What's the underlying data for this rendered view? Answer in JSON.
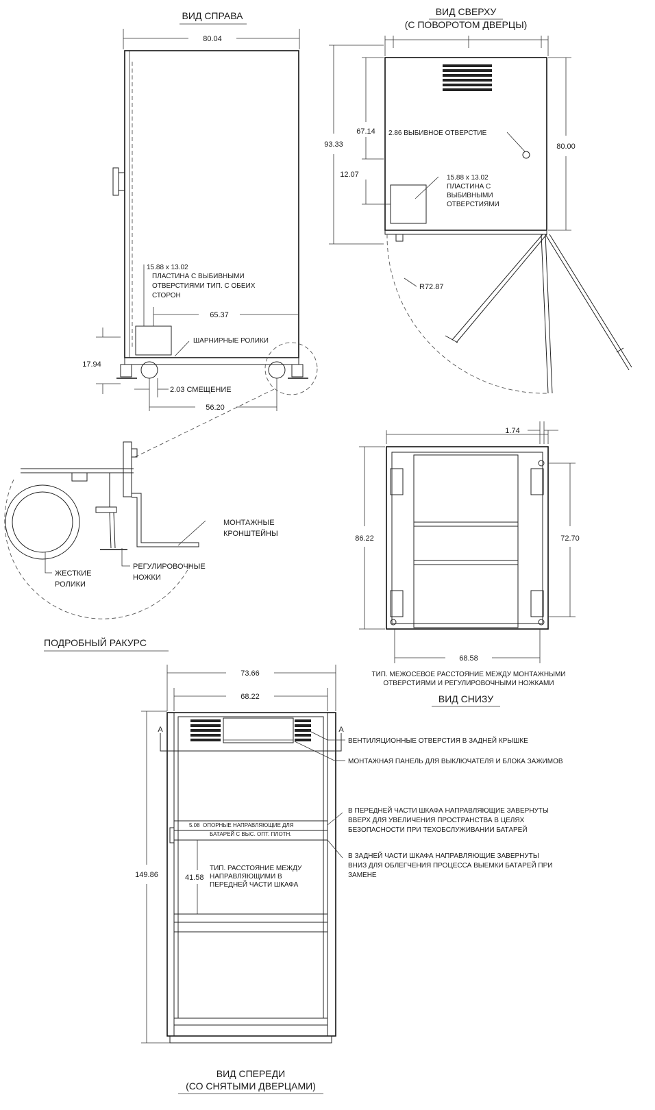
{
  "views": {
    "right": {
      "title": "ВИД СПРАВА",
      "width": "80.04",
      "plate_note": [
        "15.88 x 13.02",
        "ПЛАСТИНА С ВЫБИВНЫМИ",
        "ОТВЕРСТИЯМИ ТИП. С ОБЕИХ",
        "СТОРОН"
      ],
      "dim_65": "65.37",
      "swivel": "ШАРНИРНЫЕ РОЛИКИ",
      "height_base": "17.94",
      "offset": "2.03 СМЕЩЕНИЕ",
      "dim_56": "56.20"
    },
    "top": {
      "title_1": "ВИД СВЕРХУ",
      "title_2": "(С ПОВОРОТОМ ДВЕРЦЫ)",
      "dim_93": "93.33",
      "dim_67": "67.14",
      "knockout": "2.86 ВЫБИВНОЕ ОТВЕРСТИЕ",
      "dim_80": "80.00",
      "dim_12": "12.07",
      "plate_note": [
        "15.88 x 13.02",
        "ПЛАСТИНА С",
        "ВЫБИВНЫМИ",
        "ОТВЕРСТИЯМИ"
      ],
      "radius": "R72.87"
    },
    "detail": {
      "title": "ПОДРОБНЫЙ РАКУРС",
      "brackets": [
        "МОНТАЖНЫЕ",
        "КРОНШТЕЙНЫ"
      ],
      "casters": [
        "ЖЕСТКИЕ",
        "РОЛИКИ"
      ],
      "feet": [
        "РЕГУЛИРОВОЧНЫЕ",
        "НОЖКИ"
      ]
    },
    "bottom": {
      "title": "ВИД СНИЗУ",
      "dim_174": "1.74",
      "dim_86": "86.22",
      "dim_72": "72.70",
      "dim_68": "68.58",
      "note": [
        "ТИП. МЕЖОСЕВОЕ РАССТОЯНИЕ МЕЖДУ МОНТАЖНЫМИ",
        "ОТВЕРСТИЯМИ И РЕГУЛИРОВОЧНЫМИ НОЖКАМИ"
      ]
    },
    "front": {
      "title_1": "ВИД СПЕРЕДИ",
      "title_2": "(СО СНЯТЫМИ ДВЕРЦАМИ)",
      "dim_73": "73.66",
      "dim_68": "68.22",
      "section": "A",
      "height": "149.86",
      "rail_dim": "5.08",
      "rail_note": [
        "ОПОРНЫЕ НАПРАВЛЯЮЩИЕ ДЛЯ",
        "БАТАРЕЙ С ВЫС. ОПТ. ПЛОТН."
      ],
      "dim_41": "41.58",
      "spacing_note": [
        "ТИП. РАССТОЯНИЕ МЕЖДУ",
        "НАПРАВЛЯЮЩИМИ В",
        "ПЕРЕДНЕЙ ЧАСТИ ШКАФА"
      ],
      "callout_vents": "ВЕНТИЛЯЦИОННЫЕ ОТВЕРСТИЯ В ЗАДНЕЙ КРЫШКЕ",
      "callout_panel": "МОНТАЖНАЯ ПАНЕЛЬ ДЛЯ ВЫКЛЮЧАТЕЛЯ И БЛОКА ЗАЖИМОВ",
      "callout_front": [
        "В ПЕРЕДНЕЙ ЧАСТИ ШКАФА НАПРАВЛЯЮЩИЕ ЗАВЕРНУТЫ",
        "ВВЕРХ ДЛЯ УВЕЛИЧЕНИЯ ПРОСТРАНСТВА В ЦЕЛЯХ",
        "БЕЗОПАСНОСТИ ПРИ ТЕХОБСЛУЖИВАНИИ БАТАРЕЙ"
      ],
      "callout_rear": [
        "В ЗАДНЕЙ ЧАСТИ ШКАФА НАПРАВЛЯЮЩИЕ ЗАВЕРНУТЫ",
        "ВНИЗ ДЛЯ ОБЛЕГЧЕНИЯ ПРОЦЕССА ВЫЕМКИ БАТАРЕЙ ПРИ",
        "ЗАМЕНЕ"
      ]
    }
  }
}
